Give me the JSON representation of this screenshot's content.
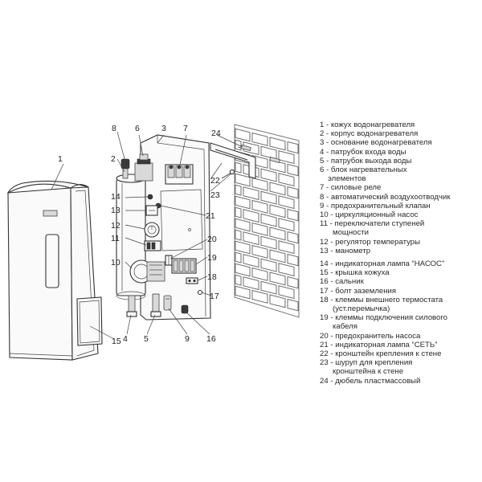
{
  "callouts": [
    "1",
    "2",
    "3",
    "4",
    "5",
    "6",
    "7",
    "8",
    "9",
    "10",
    "11",
    "12",
    "13",
    "14",
    "15",
    "16",
    "17",
    "18",
    "19",
    "20",
    "21",
    "22",
    "23",
    "24"
  ],
  "legend": [
    {
      "num": "1",
      "text": "- кожух водонагревателя"
    },
    {
      "num": "2",
      "text": "- корпус водонагревателя"
    },
    {
      "num": "3",
      "text": "- основание водонагревателя"
    },
    {
      "num": "4",
      "text": "- патрубок входа воды"
    },
    {
      "num": "5",
      "text": "- патрубок выхода воды"
    },
    {
      "num": "6",
      "text": "- блок нагревательных"
    },
    {
      "num": "",
      "text": "элементов"
    },
    {
      "num": "7",
      "text": "- силовые реле"
    },
    {
      "num": "8",
      "text": "- автоматический воздухоотводчик"
    },
    {
      "num": "9",
      "text": "- предохранительный клапан"
    },
    {
      "num": "10",
      "text": "- циркуляционный насос"
    },
    {
      "num": "11",
      "text": "- переключатели ступеней"
    },
    {
      "num": "",
      "text": "мощности"
    },
    {
      "num": "12",
      "text": "- регулятор температуры"
    },
    {
      "num": "13",
      "text": "- манометр"
    },
    {
      "num": "14",
      "text": "- индикаторная лампа “НАСОС”"
    },
    {
      "num": "15",
      "text": "- крышка кожуха"
    },
    {
      "num": "16",
      "text": "- сальник"
    },
    {
      "num": "17",
      "text": "- болт заземления"
    },
    {
      "num": "18",
      "text": "- клеммы внешнего термостата"
    },
    {
      "num": "",
      "text": "(уст.перемычка)"
    },
    {
      "num": "19",
      "text": "- клеммы подключения силового"
    },
    {
      "num": "",
      "text": "кабеля"
    },
    {
      "num": "20",
      "text": "- предохранитель насоса"
    },
    {
      "num": "21",
      "text": "- индикаторная лампа “СЕТЬ”"
    },
    {
      "num": "22",
      "text": "- кронштейн крепления к стене"
    },
    {
      "num": "23",
      "text": "- шуруп  для крепления"
    },
    {
      "num": "",
      "text": "кронштейна к стене"
    },
    {
      "num": "24",
      "text": "- дюбель пластмассовый"
    }
  ]
}
